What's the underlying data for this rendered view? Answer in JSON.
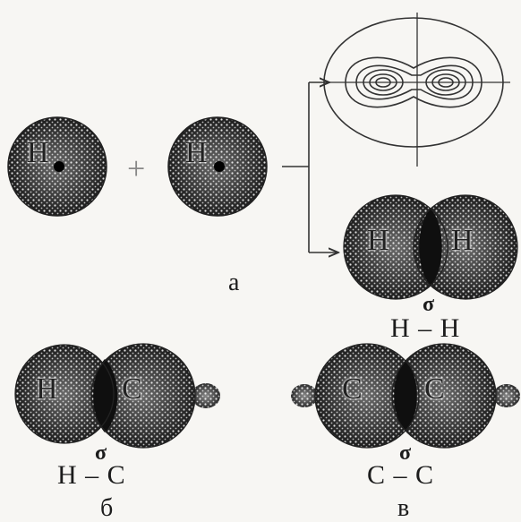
{
  "figure": {
    "atoms_top": {
      "left": "H",
      "right": "H"
    },
    "plus_sign": "+",
    "panel_a": "а",
    "panel_b": "б",
    "panel_v": "в",
    "hh": {
      "left": "H",
      "right": "H",
      "sigma": "σ",
      "formula": "H – H"
    },
    "hc": {
      "left": "H",
      "right": "C",
      "sigma": "σ",
      "formula": "H – C"
    },
    "cc": {
      "left": "C",
      "right": "C",
      "sigma": "σ",
      "formula": "C – C"
    }
  },
  "colors": {
    "sphere_dark": "#2a2a2a",
    "sphere_light": "#d9d9d9",
    "line": "#333333",
    "overlap": "#111111"
  }
}
